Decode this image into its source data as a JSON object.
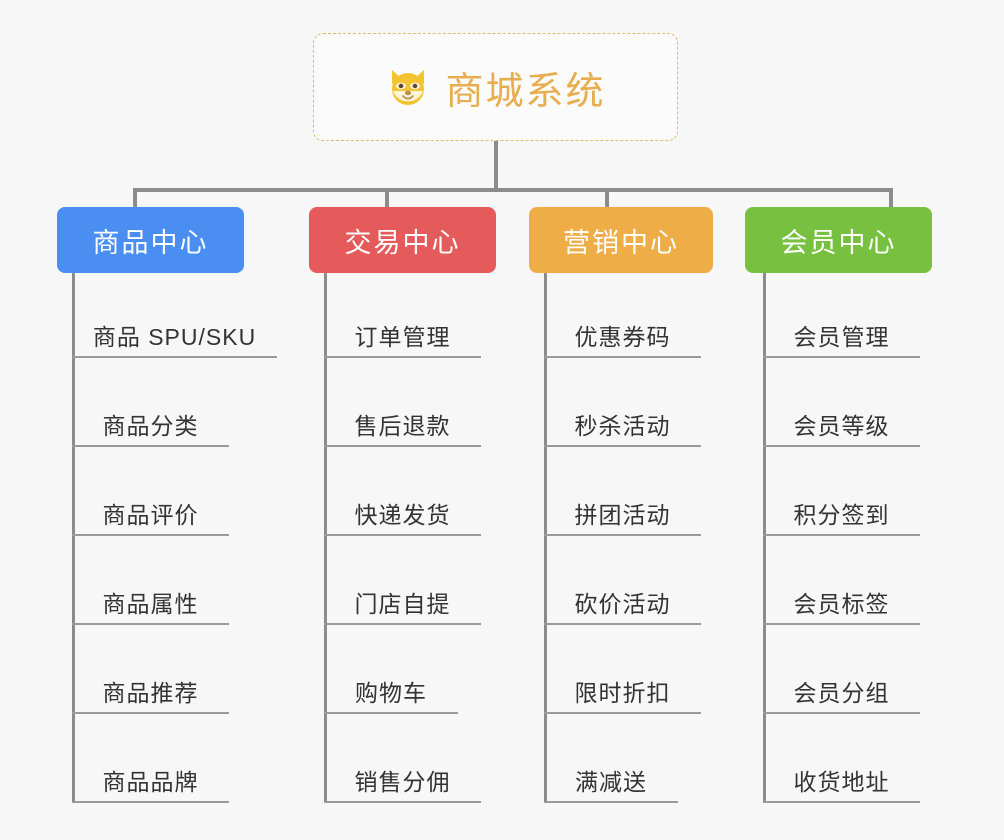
{
  "page": {
    "background_color": "#f7f7f7",
    "connector_color": "#8c8c8c",
    "leaf_line_color": "#9a9a9a",
    "leaf_text_color": "#333333"
  },
  "root": {
    "title": "商城系统",
    "emoji_name": "shiba-dog-face-emoji",
    "border_color": "#e5b96a",
    "text_color": "#e8ad4e",
    "background_color": "#fbfbfb"
  },
  "branches": [
    {
      "id": "product-center",
      "label": "商品中心",
      "color": "#4a8ef2",
      "items": [
        "商品 SPU/SKU",
        "商品分类",
        "商品评价",
        "商品属性",
        "商品推荐",
        "商品品牌"
      ]
    },
    {
      "id": "trade-center",
      "label": "交易中心",
      "color": "#e55b5b",
      "items": [
        "订单管理",
        "售后退款",
        "快递发货",
        "门店自提",
        "购物车",
        "销售分佣"
      ]
    },
    {
      "id": "marketing-center",
      "label": "营销中心",
      "color": "#eead47",
      "items": [
        "优惠券码",
        "秒杀活动",
        "拼团活动",
        "砍价活动",
        "限时折扣",
        "满减送"
      ]
    },
    {
      "id": "member-center",
      "label": "会员中心",
      "color": "#77c040",
      "items": [
        "会员管理",
        "会员等级",
        "积分签到",
        "会员标签",
        "会员分组",
        "收货地址"
      ]
    }
  ]
}
